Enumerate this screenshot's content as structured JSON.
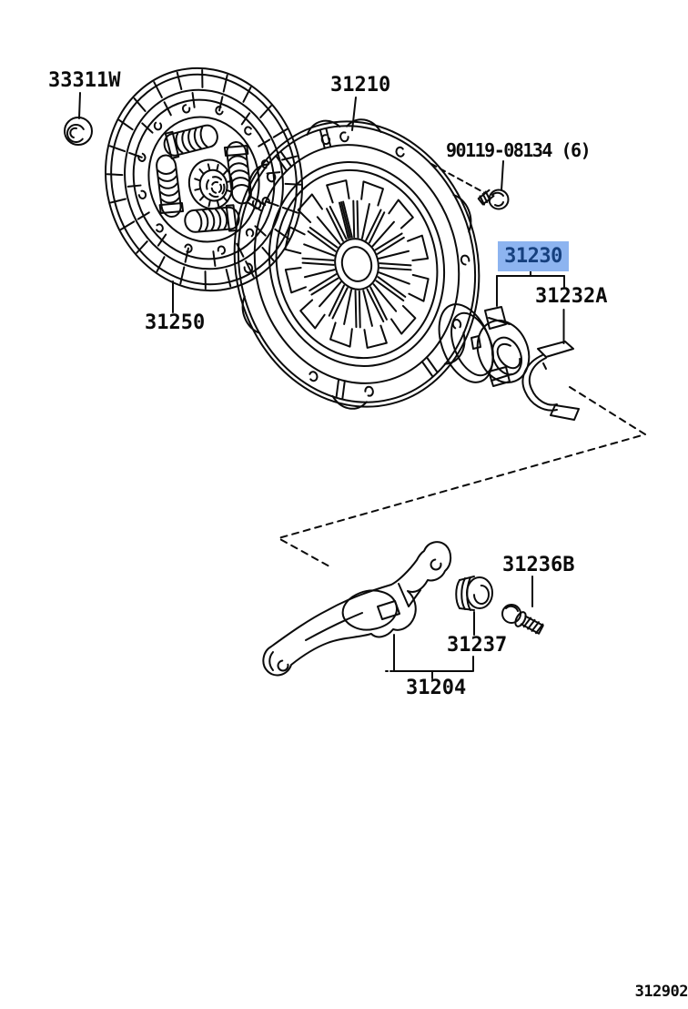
{
  "diagram_code": "312902",
  "colors": {
    "line": "#0b0b0b",
    "highlight_bg": "#8db4f0",
    "highlight_text": "#16407e"
  },
  "parts": [
    {
      "id": "33311W",
      "label": "33311W",
      "highlighted": false
    },
    {
      "id": "31210",
      "label": "31210",
      "highlighted": false
    },
    {
      "id": "90119-08134",
      "label": "90119-08134 (6)",
      "highlighted": false
    },
    {
      "id": "31250",
      "label": "31250",
      "highlighted": false
    },
    {
      "id": "31230",
      "label": "31230",
      "highlighted": true
    },
    {
      "id": "31232A",
      "label": "31232A",
      "highlighted": false
    },
    {
      "id": "31236B",
      "label": "31236B",
      "highlighted": false
    },
    {
      "id": "31237",
      "label": "31237",
      "highlighted": false
    },
    {
      "id": "31204",
      "label": "31204",
      "highlighted": false
    }
  ]
}
